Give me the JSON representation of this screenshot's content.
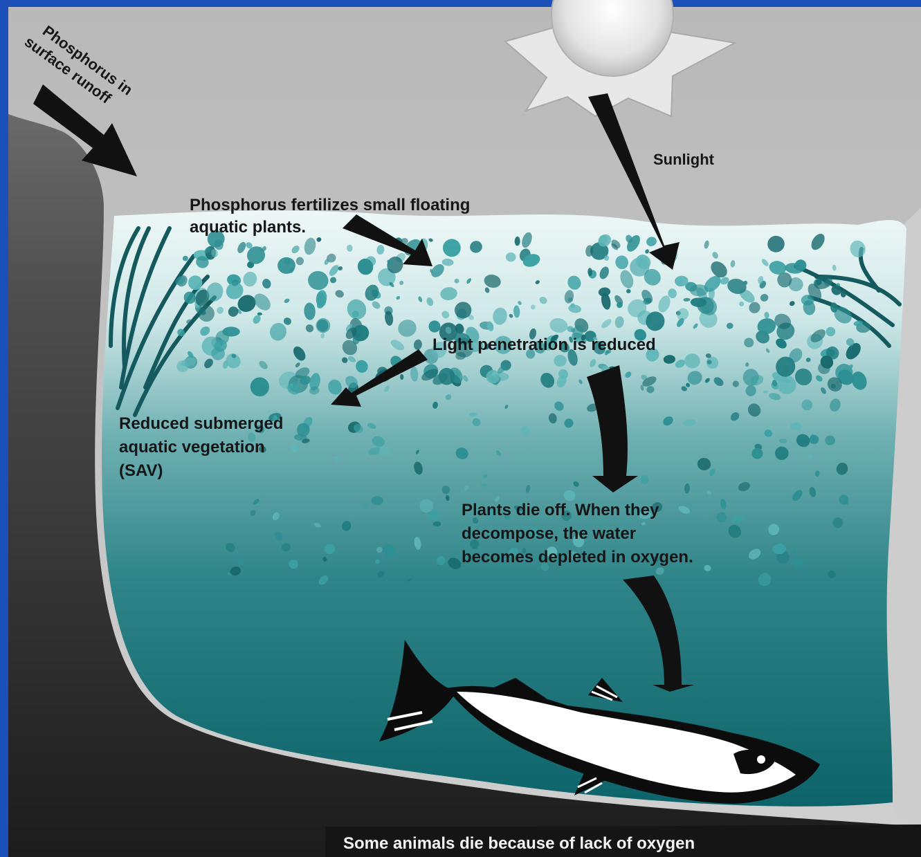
{
  "labels": {
    "runoff": [
      "Phosphorus in",
      "surface runoff"
    ],
    "sunlight": "Sunlight",
    "fertilizes": [
      "Phosphorus fertilizes small floating",
      "aquatic plants."
    ],
    "light": "Light penetration is reduced",
    "sav": [
      "Reduced submerged",
      "aquatic vegetation",
      "(SAV)"
    ],
    "die_off": [
      "Plants die off. When they",
      "decompose, the water",
      "becomes depleted in oxygen."
    ],
    "bottom": "Some animals die because of lack of oxygen"
  },
  "colors": {
    "sky": "#c3c3c3",
    "water_top": "#e9f4f4",
    "water_deep": "#0f6d73",
    "land": "#2b2b2b",
    "algae": "#2d8f93",
    "frame": "#1d4fb8"
  },
  "icons": [
    "sun-icon",
    "fish-icon",
    "arrow-icon",
    "seaweed-icon"
  ]
}
